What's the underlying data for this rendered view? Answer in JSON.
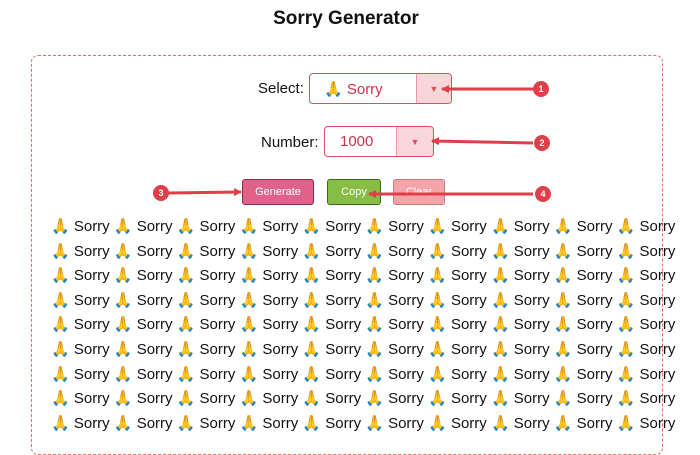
{
  "page": {
    "title": "Sorry Generator"
  },
  "form": {
    "select_label": "Select:",
    "select_value": "🙏 Sorry",
    "number_label": "Number:",
    "number_value": "1000"
  },
  "buttons": {
    "generate": "Generate",
    "copy": "Copy",
    "clear": "Clear"
  },
  "output": {
    "line": "🙏 Sorry 🙏 Sorry 🙏 Sorry 🙏 Sorry 🙏 Sorry 🙏 Sorry 🙏 Sorry 🙏 Sorry 🙏 Sorry 🙏 Sorry",
    "lines_visible": 9
  },
  "annotations": {
    "markers": [
      "1",
      "2",
      "3",
      "4"
    ],
    "color": "#df3f48"
  }
}
